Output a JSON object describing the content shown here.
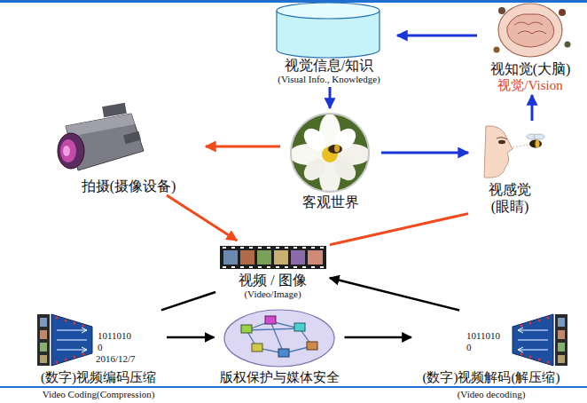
{
  "diagram": {
    "nodes": [
      {
        "text": [
          "视觉信息/知识",
          "(Visual Info., Knowledge)"
        ]
      },
      {
        "text": [
          "视知觉(大脑)",
          "视觉/Vision"
        ]
      },
      {
        "text": [
          "拍摄(摄像设备)"
        ]
      },
      {
        "text": [
          "客观世界"
        ]
      },
      {
        "text": [
          "视感觉 (眼睛)"
        ]
      },
      {
        "text": [
          "视频 / 图像",
          "(Video/Image)"
        ]
      },
      {
        "text": [
          "(数字)视频编码压缩",
          "Video Coding(Compression)"
        ]
      },
      {
        "text": [
          "版权保护与媒体安全"
        ]
      },
      {
        "text": [
          "(数字)视频解码(解压缩)",
          "(Video decoding)"
        ]
      }
    ],
    "edges": [
      {
        "from": 1,
        "to": 0,
        "arrow": "to"
      },
      {
        "from": 0,
        "to": 3,
        "arrow": "to"
      },
      {
        "from": 3,
        "to": 4,
        "arrow": "to"
      },
      {
        "from": 4,
        "to": 1,
        "arrow": "to"
      },
      {
        "from": 3,
        "to": 2,
        "arrow": "to"
      },
      {
        "from": 2,
        "to": 5,
        "arrow": "to"
      },
      {
        "from": 5,
        "to": 4,
        "arrow": "none"
      },
      {
        "from": 5,
        "to": 6,
        "arrow": "none"
      },
      {
        "from": 6,
        "to": 7,
        "arrow": "to"
      },
      {
        "from": 7,
        "to": 8,
        "arrow": "to"
      },
      {
        "from": 8,
        "to": 5,
        "arrow": "to"
      }
    ],
    "labels": [
      "1011010 0",
      "2016/12/7",
      "1011010 0"
    ]
  }
}
